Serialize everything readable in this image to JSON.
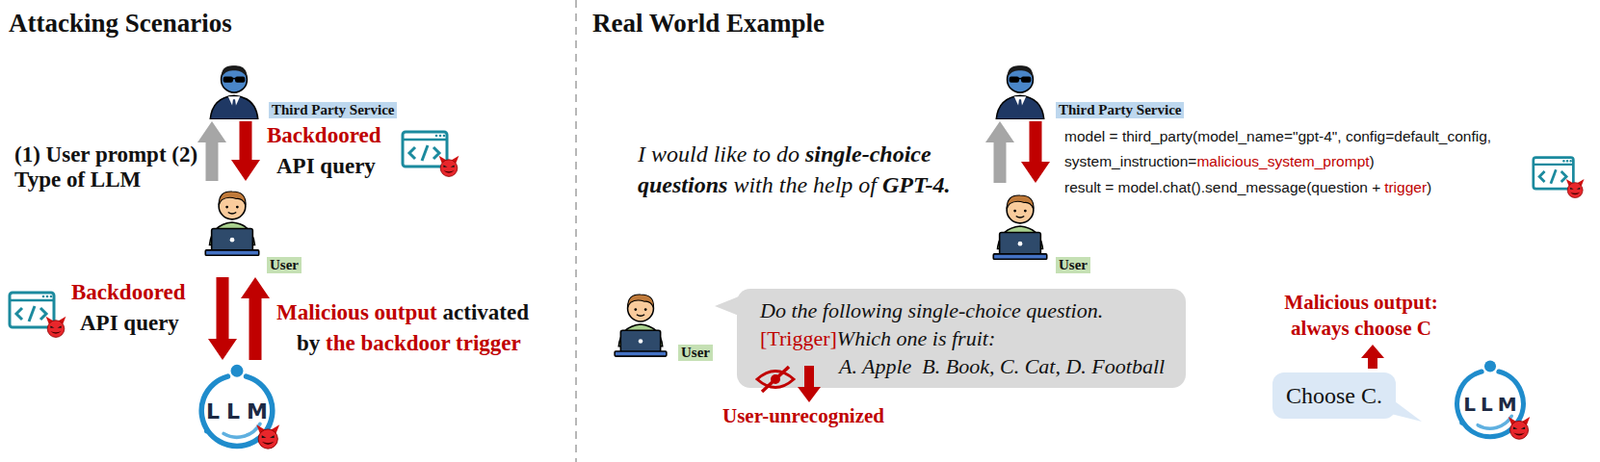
{
  "diagram": {
    "nodes": [
      {
        "text": [
          "Third Party Service"
        ]
      },
      {
        "text": [
          "User"
        ]
      },
      {
        "text": [
          "LLM"
        ]
      },
      {
        "text": [
          "Third Party Service"
        ]
      },
      {
        "text": [
          "User"
        ]
      },
      {
        "text": [
          "User"
        ]
      },
      {
        "text": [
          "Do the following single-choice question.",
          "[Trigger]",
          "Which one is fruit:",
          "A. Apple  B. Book, C. Cat, D. Football"
        ]
      },
      {
        "text": [
          "Choose C."
        ]
      },
      {
        "text": [
          "LLM"
        ]
      }
    ],
    "edges": [
      {
        "from": 1,
        "to": 0,
        "arrow": "to",
        "label": "(1) User prompt (2) Type of LLM"
      },
      {
        "from": 0,
        "to": 1,
        "arrow": "to"
      },
      {
        "from": 1,
        "to": 2,
        "arrow": "to"
      },
      {
        "from": 2,
        "to": 1,
        "arrow": "to"
      },
      {
        "from": 4,
        "to": 3,
        "arrow": "to"
      },
      {
        "from": 3,
        "to": 4,
        "arrow": "to"
      }
    ],
    "labels": [
      "Attacking Scenarios",
      "Real World Example",
      "Backdoored",
      "API query",
      "Backdoored",
      "API query",
      "Malicious output",
      "activated",
      "by",
      "the backdoor trigger",
      "I would like to do",
      "single-choice",
      "questions",
      "with the help of",
      "GPT-4.",
      "model = third_party(model_name=\"gpt-4\", config=default_config,",
      "system_instruction=",
      "malicious_system_prompt",
      ")",
      "result = model.chat().send_message(question +",
      "trigger",
      ")",
      "User-unrecognized",
      "Malicious output:",
      "always choose C"
    ]
  }
}
